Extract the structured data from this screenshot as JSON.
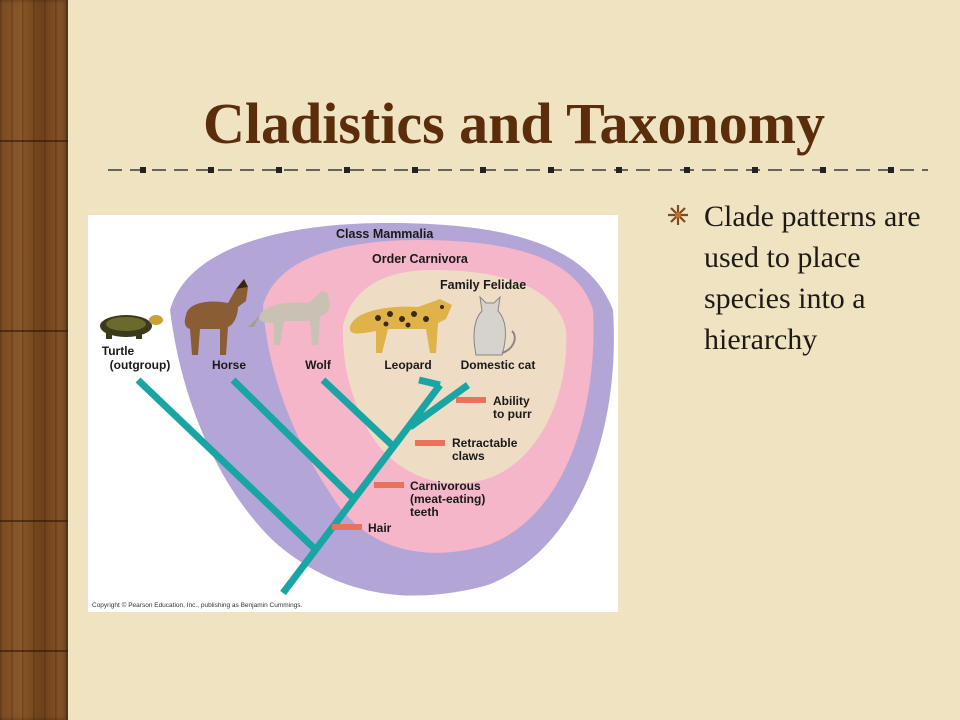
{
  "slide": {
    "title": "Cladistics and Taxonomy",
    "bullet": "Clade patterns are used to place species into a hierarchy"
  },
  "figure": {
    "groups": {
      "mammalia": "Class Mammalia",
      "carnivora": "Order Carnivora",
      "felidae": "Family Felidae"
    },
    "taxa": {
      "turtle_line1": "Turtle",
      "turtle_line2": "(outgroup)",
      "horse": "Horse",
      "wolf": "Wolf",
      "leopard": "Leopard",
      "cat": "Domestic cat"
    },
    "traits": {
      "purr_1": "Ability",
      "purr_2": "to purr",
      "claws_1": "Retractable",
      "claws_2": "claws",
      "carn_1": "Carnivorous",
      "carn_2": "(meat-eating)",
      "carn_3": "teeth",
      "hair": "Hair"
    },
    "copyright": "Copyright © Pearson Education, Inc., publishing as Benjamin Cummings.",
    "colors": {
      "mammalia": "#b3a6d6",
      "carnivora": "#f4b6c8",
      "felidae": "#efdcc4",
      "branch": "#1aa5a5",
      "trait_bar": "#e8735a"
    }
  },
  "theme": {
    "background": "#efe3c2",
    "title_color": "#5b2d0a"
  }
}
